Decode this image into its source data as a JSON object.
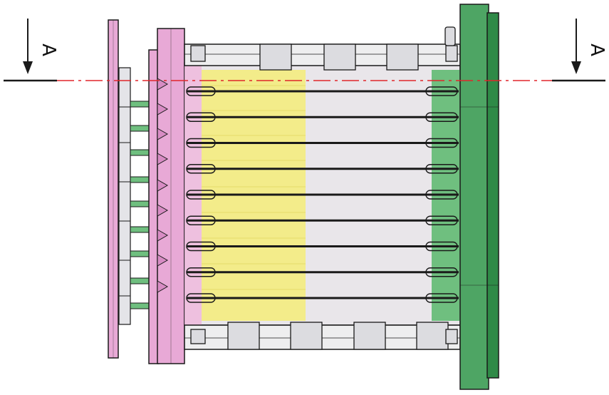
{
  "section_marker": {
    "left_label": "A",
    "right_label": "A"
  },
  "colors": {
    "outline": "#1a1a1a",
    "pink": "#e8a9d6",
    "pink_dark": "#d88cc4",
    "green_light": "#6fbf7f",
    "green_dark": "#2f8a47",
    "green_mid": "#4ea564",
    "yellow": "#f3ec8a",
    "grey_body": "#e9e6ea",
    "grey_dark": "#cfcfd4",
    "section_line": "#e0262b"
  },
  "tubes": {
    "count": 9
  },
  "icons": {
    "section_arrow": "section-arrow-down-icon"
  }
}
